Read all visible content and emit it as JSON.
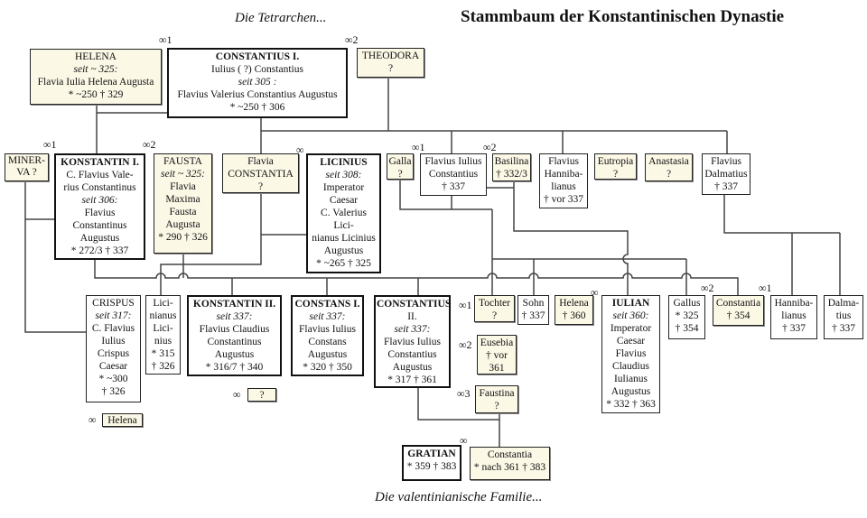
{
  "title": "Stammbaum der Konstantinischen Dynastie",
  "top_caption": "Die Tetrarchen...",
  "bottom_caption": "Die valentinianische Familie...",
  "marriage_marks": {
    "m1": "∞1",
    "m2": "∞2",
    "m": "∞",
    "m3": "∞3"
  },
  "persons": {
    "helena": {
      "name": "HELENA",
      "lines": [
        "seit ~ 325:",
        "Flavia Iulia Helena Augusta",
        "* ~250 † 329"
      ]
    },
    "constantius1": {
      "name": "CONSTANTIUS I.",
      "lines": [
        "Iulius ( ?) Constantius",
        "seit 305 :",
        "Flavius Valerius Constantius Augustus",
        "* ~250 † 306"
      ]
    },
    "theodora": {
      "name": "THEODORA",
      "lines": [
        "?"
      ]
    },
    "minerva": {
      "name": "MINER-",
      "lines": [
        "VA ?"
      ]
    },
    "konstantin1": {
      "name": "KONSTANTIN I.",
      "lines": [
        "C. Flavius Vale-",
        "rius Constantinus",
        "seit 306:",
        "Flavius",
        "Constantinus",
        "Augustus",
        "* 272/3 † 337"
      ]
    },
    "fausta": {
      "name": "FAUSTA",
      "lines": [
        "seit ~ 325:",
        "Flavia",
        "Maxima",
        "Fausta",
        "Augusta",
        "* 290 † 326"
      ]
    },
    "fconstantia": {
      "name": "Flavia",
      "lines": [
        "CONSTANTIA",
        "?"
      ]
    },
    "licinius": {
      "name": "LICINIUS",
      "lines": [
        "seit 308:",
        "Imperator",
        "Caesar",
        "C. Valerius",
        "Lici-",
        "nianus Licinius",
        "Augustus",
        "* ~265 † 325"
      ]
    },
    "galla": {
      "name": "Galla",
      "lines": [
        "?"
      ]
    },
    "fic": {
      "name": "Flavius Iulius",
      "lines": [
        "Constantius",
        "† 337"
      ]
    },
    "basilina": {
      "name": "Basilina",
      "lines": [
        "† 332/3"
      ]
    },
    "fhann": {
      "name": "Flavius",
      "lines": [
        "Hanniba-",
        "lianus",
        "† vor 337"
      ]
    },
    "eutropia": {
      "name": "Eutropia",
      "lines": [
        "?"
      ]
    },
    "anastasia": {
      "name": "Anastasia",
      "lines": [
        "?"
      ]
    },
    "fdalm": {
      "name": "Flavius",
      "lines": [
        "Dalmatius",
        "† 337"
      ]
    },
    "crispus": {
      "name": "CRISPUS",
      "lines": [
        "seit 317:",
        "C. Flavius",
        "Iulius",
        "Crispus",
        "Caesar",
        "* ~300",
        "† 326"
      ]
    },
    "licinianus": {
      "name": "Lici-",
      "lines": [
        "nianus",
        "Lici-",
        "nius",
        "* 315",
        "† 326"
      ]
    },
    "konstantin2": {
      "name": "KONSTANTIN II.",
      "lines": [
        "seit 337:",
        "Flavius Claudius",
        "Constantinus",
        "Augustus",
        "* 316/7 † 340"
      ]
    },
    "constans1": {
      "name": "CONSTANS I.",
      "lines": [
        "seit 337:",
        "Flavius Iulius",
        "Constans",
        "Augustus",
        "* 320 † 350"
      ]
    },
    "constantius2": {
      "name": "CONSTANTIUS",
      "lines": [
        "II.",
        "seit 337:",
        "Flavius Iulius",
        "Constantius",
        "Augustus",
        "* 317 † 361"
      ]
    },
    "tochter": {
      "name": "Tochter",
      "lines": [
        "?"
      ]
    },
    "sohn": {
      "name": "Sohn",
      "lines": [
        "† 337"
      ]
    },
    "helena2": {
      "name": "Helena",
      "lines": [
        "† 360"
      ]
    },
    "iulian": {
      "name": "IULIAN",
      "lines": [
        "seit 360:",
        "Imperator",
        "Caesar",
        "Flavius",
        "Claudius",
        "Iulianus",
        "Augustus",
        "* 332 † 363"
      ]
    },
    "gallus": {
      "name": "Gallus",
      "lines": [
        "* 325",
        "† 354"
      ]
    },
    "constantia2": {
      "name": "Constantia",
      "lines": [
        "† 354"
      ]
    },
    "hann2": {
      "name": "Hanniba-",
      "lines": [
        "lianus",
        "† 337"
      ]
    },
    "dalm2": {
      "name": "Dalma-",
      "lines": [
        "tius",
        "† 337"
      ]
    },
    "eusebia": {
      "name": "Eusebia",
      "lines": [
        "† vor",
        "361"
      ]
    },
    "faustina": {
      "name": "Faustina",
      "lines": [
        "?"
      ]
    },
    "unknown": {
      "name": "?",
      "lines": []
    },
    "helena3": {
      "name": "Helena",
      "lines": []
    },
    "gratian": {
      "name": "GRATIAN",
      "lines": [
        "* 359 † 383"
      ]
    },
    "constantia3": {
      "name": "Constantia",
      "lines": [
        "* nach 361 † 383"
      ]
    }
  }
}
